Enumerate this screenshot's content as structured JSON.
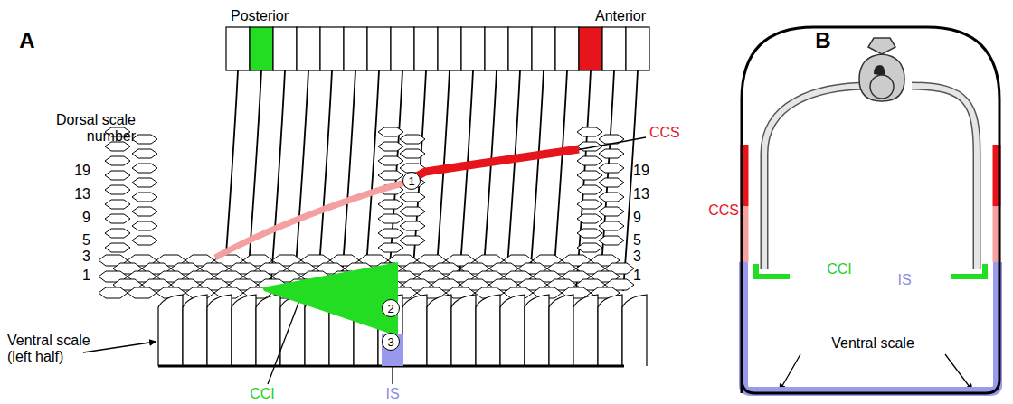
{
  "diagram": {
    "nodes": [
      {
        "text": [
          "1"
        ]
      },
      {
        "text": [
          "2"
        ]
      },
      {
        "text": [
          "3"
        ]
      }
    ],
    "labels": [
      "A",
      "Posterior",
      "Anterior",
      "Dorsal scale number",
      "19",
      "13",
      "9",
      "5",
      "3",
      "1",
      "19",
      "13",
      "9",
      "5",
      "3",
      "1",
      "CCS",
      "Ventral scale (left half)",
      "CCI",
      "IS",
      "B",
      "CCS",
      "CCI",
      "IS",
      "Ventral scale"
    ]
  }
}
